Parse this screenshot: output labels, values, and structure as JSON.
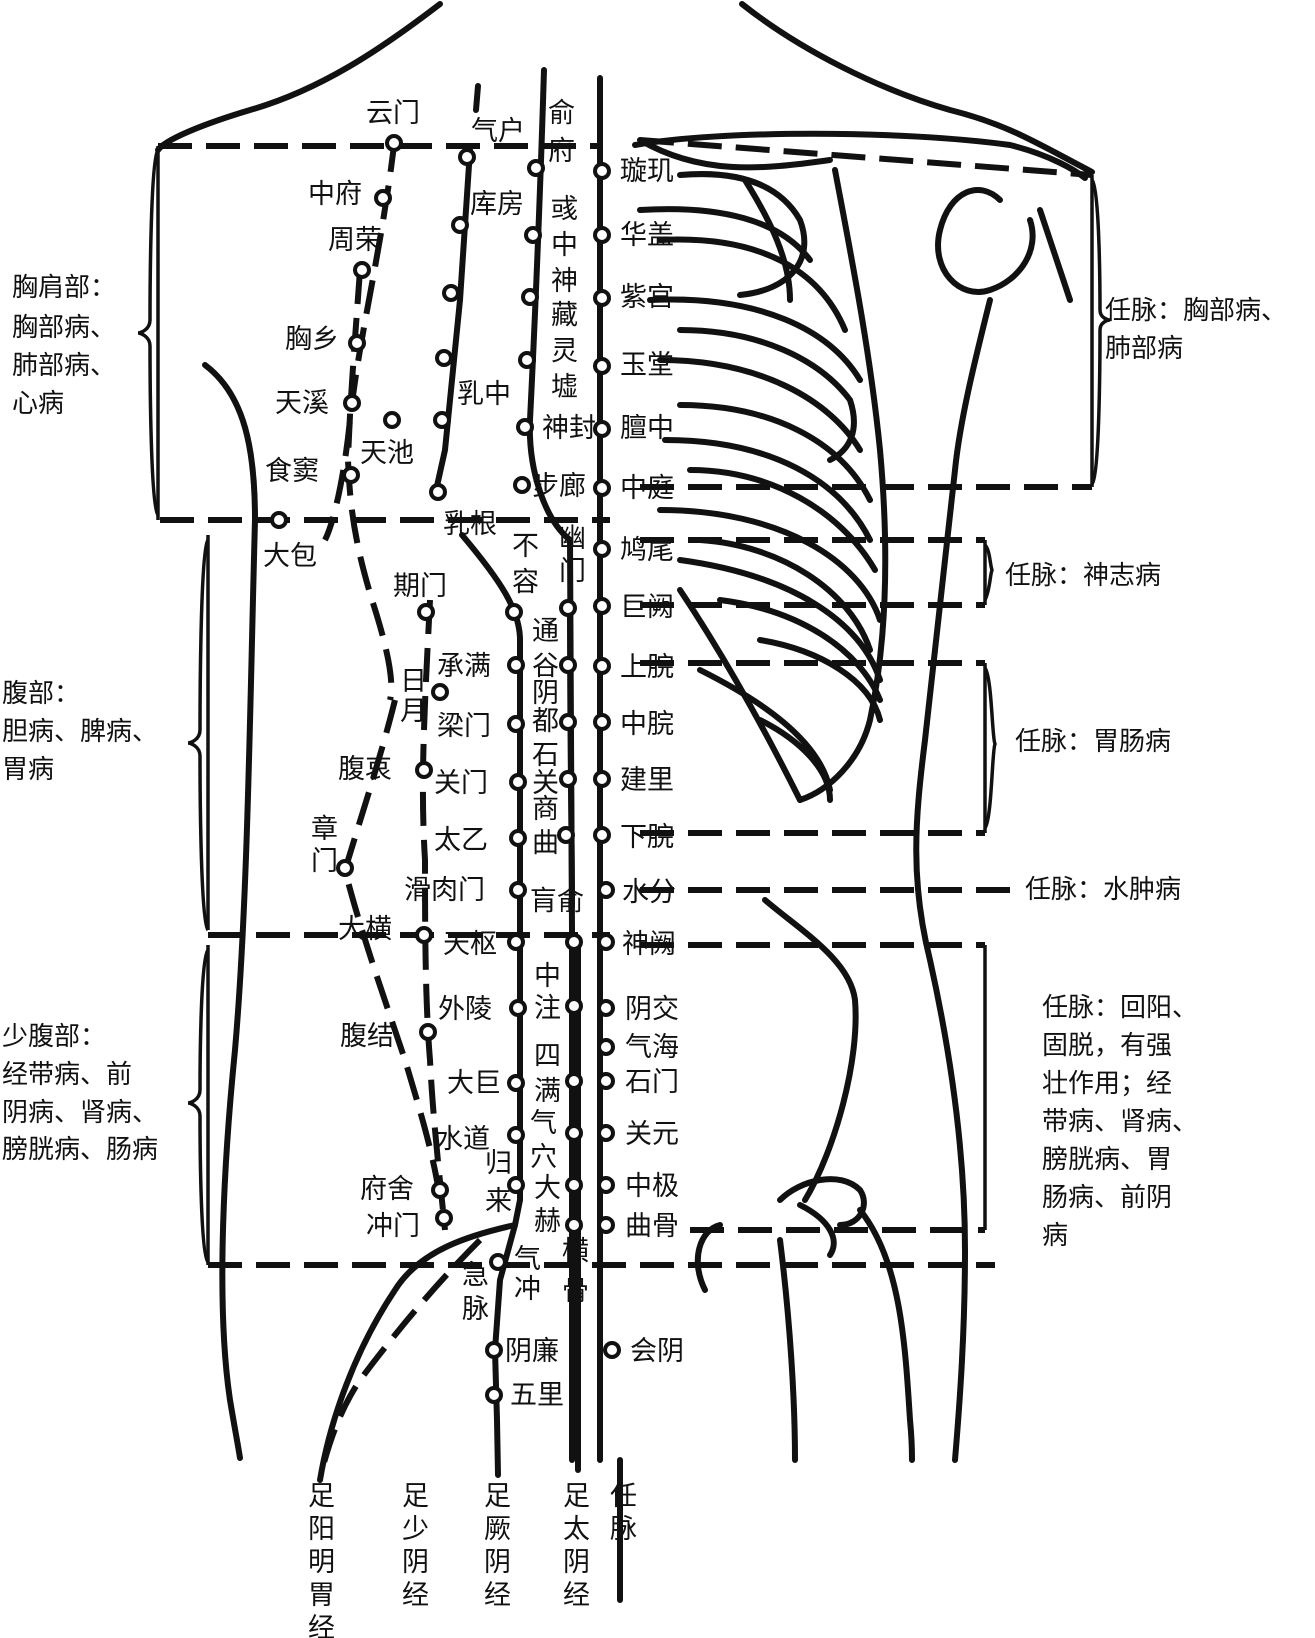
{
  "points": {
    "yunmen": "云门",
    "qihu": "气户",
    "shufu": "俞府",
    "xuanji": "璇玑",
    "zhongfu": "中府",
    "kufang": "库房",
    "yuzhong": "彧中",
    "huagai": "华盖",
    "zhourong": "周荣",
    "shencang": "神藏",
    "zigong": "紫宫",
    "xiongxiang": "胸乡",
    "lingxu": "灵墟",
    "yutang": "玉堂",
    "tianxi": "天溪",
    "ruzhong": "乳中",
    "tianchi": "天池",
    "shenfeng": "神封",
    "danzhong": "膻中",
    "shidou": "食窦",
    "bulang": "步廊",
    "zhongting": "中庭",
    "rugen": "乳根",
    "dabao": "大包",
    "burong": "不容",
    "youmen": "幽门",
    "jiuwei": "鸠尾",
    "qimen": "期门",
    "juque": "巨阙",
    "tonggu": "通谷",
    "chengman": "承满",
    "shangwan": "上脘",
    "riyue": "日月",
    "yindu": "阴都",
    "liangmen": "梁门",
    "shiguan": "石关",
    "zhongwan": "中脘",
    "fuai": "腹哀",
    "guanmen": "关门",
    "shangqu": "商曲",
    "jianli": "建里",
    "zhangmen": "章门",
    "taiyi": "太乙",
    "xiawan": "下脘",
    "huaroumen": "滑肉门",
    "huangshu": "肓俞",
    "shuifen": "水分",
    "daheng": "大横",
    "tianshu": "天枢",
    "shenque": "神阙",
    "zhongzhu": "中注",
    "wailing": "外陵",
    "yinjiao": "阴交",
    "fujie": "腹结",
    "qihai": "气海",
    "siman": "四满",
    "daju": "大巨",
    "shimen": "石门",
    "qixue": "气穴",
    "shuidao": "水道",
    "guanyuan": "关元",
    "fushe": "府舍",
    "guilai": "归来",
    "dahe": "大赫",
    "zhongji": "中极",
    "chongmen": "冲门",
    "qugu": "曲骨",
    "qichong": "气冲",
    "henggu": "横骨",
    "jimai": "急脉",
    "yinlian": "阴廉",
    "huiyin": "会阴",
    "wuli": "五里"
  },
  "left_groups": [
    {
      "title": "胸肩部：",
      "lines": [
        "胸部病、",
        "肺部病、",
        "心病"
      ]
    },
    {
      "title": "腹部：",
      "lines": [
        "胆病、脾病、",
        "胃病"
      ]
    },
    {
      "title": "少腹部：",
      "lines": [
        "经带病、前",
        "阴病、肾病、",
        "膀胱病、肠病"
      ]
    }
  ],
  "right_groups": [
    {
      "lines": [
        "任脉：胸部病、",
        "肺部病"
      ]
    },
    {
      "lines": [
        "任脉：神志病"
      ]
    },
    {
      "lines": [
        "任脉：胃肠病"
      ]
    },
    {
      "lines": [
        "任脉：水肿病"
      ]
    },
    {
      "lines": [
        "任脉：回阳、",
        "固脱，有强",
        "壮作用；经",
        "带病、肾病、",
        "膀胱病、胃",
        "肠病、前阴",
        "病"
      ]
    }
  ],
  "meridians": {
    "stomach": "足阳明胃经",
    "kidney": "足少阴经",
    "liver": "足厥阴经",
    "spleen": "足太阴经",
    "ren": "任脉"
  }
}
